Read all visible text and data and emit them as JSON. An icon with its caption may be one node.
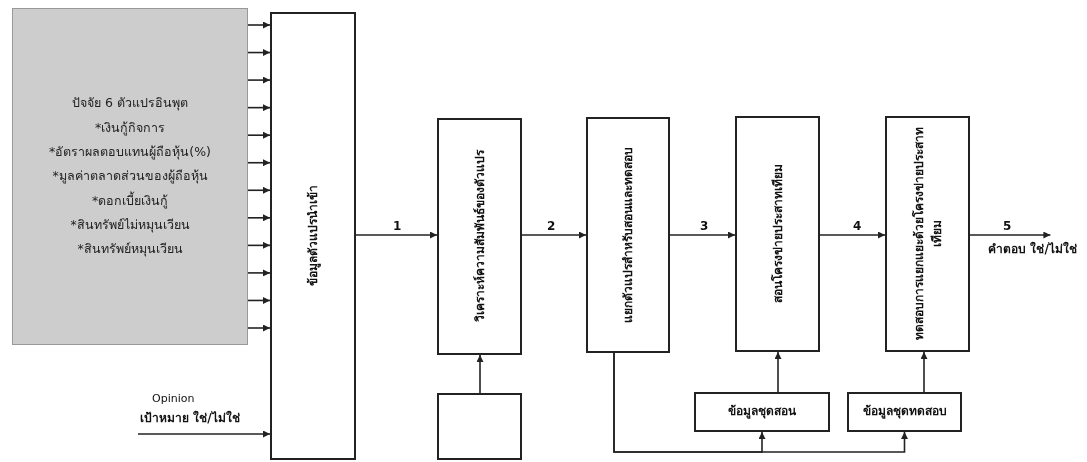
{
  "diagram": {
    "nodes": [
      {
        "text": [
          "ปัจจัย 6 ตัวแปรอินพุต",
          "*เงินกู้กิจการ",
          "*อัตราผลตอบแทนผู้ถือหุ้น(%)",
          "*มูลค่าตลาดส่วนของผู้ถือหุ้น",
          "*ดอกเบี้ยเงินกู้",
          "*สินทรัพย์ไม่หมุนเวียน",
          "*สินทรัพย์หมุนเวียน"
        ]
      },
      {
        "text": [
          "ข้อมูลตัวแปรนำเข้า"
        ]
      },
      {
        "text": [
          "วิเคราะห์ความสัมพันธ์ของตัวแปร"
        ]
      },
      {
        "text": [
          "แยกตัวแปรสำหรับสอนและทดสอบ"
        ]
      },
      {
        "text": [
          "สอนโครงข่ายประสาทเทียม"
        ]
      },
      {
        "text": [
          "ทดสอบการแยกแยะด้วยโครงข่ายประสาทเทียม"
        ]
      },
      {
        "text": [],
        "shape": "box"
      },
      {
        "text": [
          "ข้อมูลชุดสอน"
        ]
      },
      {
        "text": [
          "ข้อมูลชุดทดสอบ"
        ]
      },
      {
        "text": [
          "คำตอบ ใช่/ไม่ใช่"
        ]
      }
    ],
    "edges": [
      {
        "from": 0,
        "to": 1,
        "arrow": "to"
      },
      {
        "from": 0,
        "to": 1,
        "arrow": "to"
      },
      {
        "from": 0,
        "to": 1,
        "arrow": "to"
      },
      {
        "from": 0,
        "to": 1,
        "arrow": "to"
      },
      {
        "from": 0,
        "to": 1,
        "arrow": "to"
      },
      {
        "from": 0,
        "to": 1,
        "arrow": "to"
      },
      {
        "from": 0,
        "to": 1,
        "arrow": "to"
      },
      {
        "from": 0,
        "to": 1,
        "arrow": "to"
      },
      {
        "from": 0,
        "to": 1,
        "arrow": "to"
      },
      {
        "from": 0,
        "to": 1,
        "arrow": "to"
      },
      {
        "from": 0,
        "to": 1,
        "arrow": "to"
      },
      {
        "from": 0,
        "to": 1,
        "arrow": "to"
      },
      {
        "from": null,
        "to": 1,
        "arrow": "to"
      },
      {
        "from": 1,
        "to": 2,
        "arrow": "to",
        "label": "1"
      },
      {
        "from": 2,
        "to": 3,
        "arrow": "to",
        "label": "2"
      },
      {
        "from": 3,
        "to": 4,
        "arrow": "to",
        "label": "3"
      },
      {
        "from": 4,
        "to": 5,
        "arrow": "to",
        "label": "4"
      },
      {
        "from": 5,
        "to": 9,
        "arrow": "to",
        "label": "5"
      },
      {
        "from": 6,
        "to": 2,
        "arrow": "to"
      },
      {
        "from": 3,
        "to": 7,
        "arrow": "to"
      },
      {
        "from": 3,
        "to": 8,
        "arrow": "to"
      },
      {
        "from": 7,
        "to": 4,
        "arrow": "to"
      },
      {
        "from": 8,
        "to": 5,
        "arrow": "to"
      }
    ],
    "labels": [
      "Opinion",
      "เป้าหมาย ใช่/ไม่ใช่"
    ]
  }
}
